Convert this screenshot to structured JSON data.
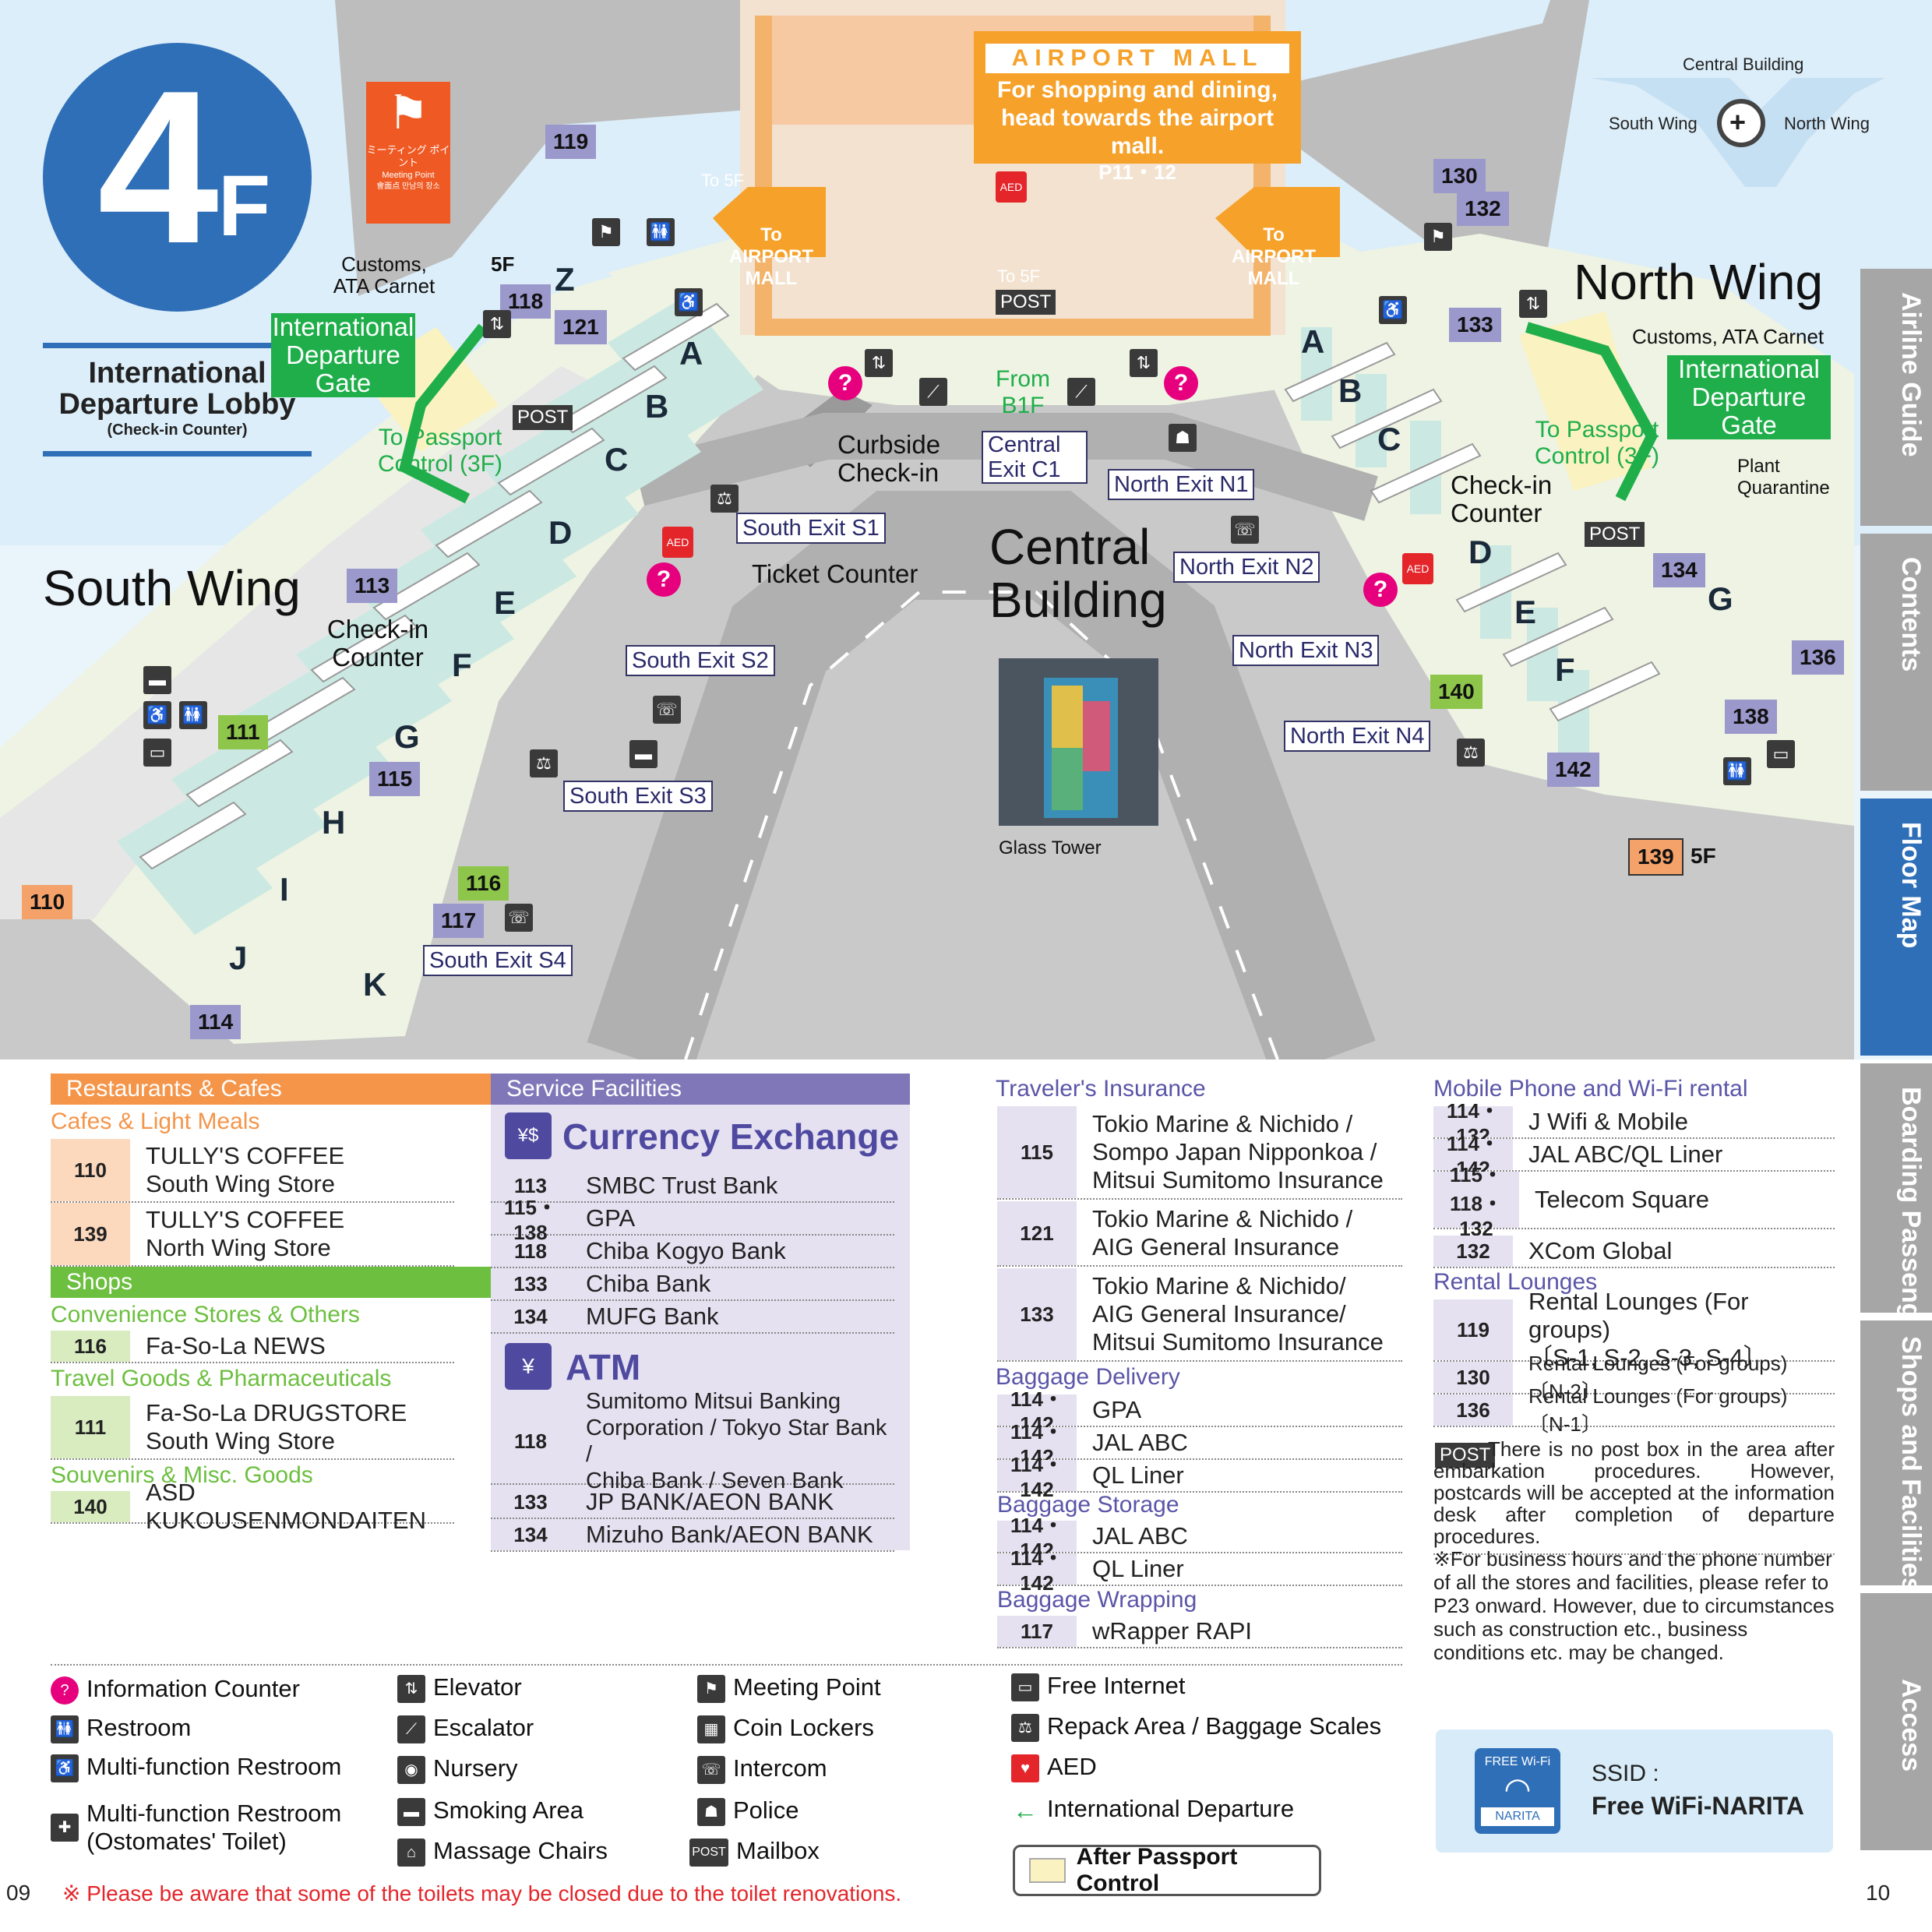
{
  "floor": {
    "number": "4",
    "suffix": "F"
  },
  "lobby": {
    "title": "International Departure Lobby",
    "subtitle": "(Check-in Counter)"
  },
  "meeting_point_sign": {
    "jp": "ミーティング ポイント",
    "en": "Meeting Point",
    "kr": "會面点 만남의 장소"
  },
  "wings": {
    "south": "South Wing",
    "central": "Central Building",
    "north": "North Wing"
  },
  "mall": {
    "title": "AIRPORT MALL",
    "line1": "For shopping and dining,",
    "line2": "head towards the airport mall.",
    "pages": "P11・12",
    "arrow": "To AIRPORT MALL"
  },
  "minimap": {
    "central": "Central Building",
    "south": "South Wing",
    "north": "North Wing"
  },
  "map_labels": {
    "customs_s": "Customs, ATA Carnet",
    "customs_n": "Customs, ATA Carnet",
    "gate_s": "International Departure Gate",
    "gate_n": "International Departure Gate",
    "passport_s": "To Passport Control (3F)",
    "passport_n": "To Passport Control (3F)",
    "checkin_s": "Check-in Counter",
    "checkin_n": "Check-in Counter",
    "curbside": "Curbside Check-in",
    "ticket": "Ticket Counter",
    "from_b1f": "From B1F",
    "plant_q": "Plant Quarantine",
    "glass_tower": "Glass Tower",
    "to5f": "To 5F",
    "f5": "5F",
    "post": "POST"
  },
  "exits": [
    "South Exit S1",
    "South Exit S2",
    "South Exit S3",
    "South Exit S4",
    "Central Exit C1",
    "North Exit N1",
    "North Exit N2",
    "North Exit N3",
    "North Exit N4"
  ],
  "counters_south": [
    "Z",
    "A",
    "B",
    "C",
    "D",
    "E",
    "F",
    "G",
    "H",
    "I",
    "J",
    "K"
  ],
  "counters_north": [
    "A",
    "B",
    "C",
    "D",
    "E",
    "F",
    "G"
  ],
  "numbers": [
    "119",
    "118",
    "121",
    "113",
    "111",
    "115",
    "110",
    "116",
    "117",
    "114",
    "130",
    "132",
    "133",
    "134",
    "136",
    "138",
    "140",
    "142",
    "139"
  ],
  "restaurants": {
    "header": "Restaurants & Cafes",
    "cafes_title": "Cafes & Light Meals",
    "cafes": [
      {
        "code": "110",
        "name1": "TULLY'S COFFEE",
        "name2": "South Wing Store"
      },
      {
        "code": "139",
        "name1": "TULLY'S COFFEE",
        "name2": "North Wing Store"
      }
    ],
    "shops_header": "Shops",
    "conv_title": "Convenience Stores & Others",
    "conv": [
      {
        "code": "116",
        "name": "Fa-So-La NEWS"
      }
    ],
    "travel_title": "Travel Goods & Pharmaceuticals",
    "travel": [
      {
        "code": "111",
        "name1": "Fa-So-La DRUGSTORE",
        "name2": "South Wing Store"
      }
    ],
    "souv_title": "Souvenirs & Misc. Goods",
    "souv": [
      {
        "code": "140",
        "name": "ASD KUKOUSENMONDAITEN"
      }
    ]
  },
  "service": {
    "header": "Service Facilities",
    "currency_title": "Currency Exchange",
    "currency": [
      {
        "code": "113",
        "name": "SMBC Trust Bank"
      },
      {
        "code": "115・138",
        "name": "GPA"
      },
      {
        "code": "118",
        "name": "Chiba Kogyo Bank"
      },
      {
        "code": "133",
        "name": "Chiba Bank"
      },
      {
        "code": "134",
        "name": "MUFG Bank"
      }
    ],
    "atm_title": "ATM",
    "atm": [
      {
        "code": "118",
        "name1": "Sumitomo Mitsui Banking",
        "name2": "Corporation / Tokyo Star Bank /",
        "name3": "Chiba Bank / Seven Bank"
      },
      {
        "code": "133",
        "name": "JP BANK/AEON BANK"
      },
      {
        "code": "134",
        "name": "Mizuho Bank/AEON BANK"
      }
    ]
  },
  "insurance": {
    "title": "Traveler's Insurance",
    "rows": [
      {
        "code": "115",
        "l1": "Tokio Marine & Nichido /",
        "l2": "Sompo Japan Nipponkoa /",
        "l3": "Mitsui Sumitomo Insurance"
      },
      {
        "code": "121",
        "l1": "Tokio Marine & Nichido /",
        "l2": "AIG General Insurance",
        "l3": ""
      },
      {
        "code": "133",
        "l1": "Tokio Marine & Nichido/",
        "l2": "AIG General Insurance/",
        "l3": "Mitsui Sumitomo Insurance"
      }
    ],
    "delivery_title": "Baggage Delivery",
    "delivery": [
      {
        "code": "114・142",
        "name": "GPA"
      },
      {
        "code": "114・142",
        "name": "JAL ABC"
      },
      {
        "code": "114・142",
        "name": "QL Liner"
      }
    ],
    "storage_title": "Baggage Storage",
    "storage": [
      {
        "code": "114・142",
        "name": "JAL ABC"
      },
      {
        "code": "114・142",
        "name": "QL Liner"
      }
    ],
    "wrap_title": "Baggage Wrapping",
    "wrap": [
      {
        "code": "117",
        "name": "wRapper RAPI"
      }
    ]
  },
  "mobile": {
    "title": "Mobile Phone and Wi-Fi rental",
    "rows": [
      {
        "code": "114・132",
        "name": "J Wifi & Mobile"
      },
      {
        "code": "114・142",
        "name": "JAL ABC/QL Liner"
      },
      {
        "code": "115・118・ 132",
        "name": "Telecom Square"
      },
      {
        "code": "132",
        "name": "XCom Global"
      }
    ],
    "lounge_title": "Rental Lounges",
    "lounges": [
      {
        "code": "119",
        "name1": "Rental Lounges (For groups)",
        "name2": "〔S-1, S-2, S-3, S-4〕"
      },
      {
        "code": "130",
        "name1": "Rental Lounges (For groups) 〔N-2〕",
        "name2": ""
      },
      {
        "code": "136",
        "name1": "Rental Lounges (For groups) 〔N-1〕",
        "name2": ""
      }
    ],
    "post_note": "There is no post box in the area after embarkation procedures. However, postcards will be accepted at the information desk after completion of departure procedures.",
    "hours_note": "※For business hours and the phone number of all the stores and facilities, please refer to P23 onward. However, due to circumstances such as construction etc., business conditions etc. may be changed."
  },
  "legend": [
    {
      "icon": "information-counter-icon",
      "glyph": "?",
      "label": "Information Counter"
    },
    {
      "icon": "restroom-icon",
      "glyph": "🚻",
      "label": "Restroom"
    },
    {
      "icon": "multi-function-restroom-icon",
      "glyph": "♿",
      "label": "Multi-function Restroom"
    },
    {
      "icon": "ostomate-restroom-icon",
      "glyph": "✚",
      "label": "Multi-function Restroom (Ostomates' Toilet)"
    },
    {
      "icon": "elevator-icon",
      "glyph": "⇅",
      "label": "Elevator"
    },
    {
      "icon": "escalator-icon",
      "glyph": "⟋",
      "label": "Escalator"
    },
    {
      "icon": "nursery-icon",
      "glyph": "◉",
      "label": "Nursery"
    },
    {
      "icon": "smoking-area-icon",
      "glyph": "▬",
      "label": "Smoking Area"
    },
    {
      "icon": "massage-chair-icon",
      "glyph": "⌂",
      "label": "Massage Chairs"
    },
    {
      "icon": "meeting-point-icon",
      "glyph": "⚑",
      "label": "Meeting Point"
    },
    {
      "icon": "coin-locker-icon",
      "glyph": "▦",
      "label": "Coin Lockers"
    },
    {
      "icon": "intercom-icon",
      "glyph": "☏",
      "label": "Intercom"
    },
    {
      "icon": "police-icon",
      "glyph": "☗",
      "label": "Police"
    },
    {
      "icon": "mailbox-icon",
      "glyph": "✉",
      "label": "Mailbox"
    },
    {
      "icon": "free-internet-icon",
      "glyph": "▭",
      "label": "Free Internet"
    },
    {
      "icon": "repack-area-icon",
      "glyph": "⚖",
      "label": "Repack Area / Baggage Scales"
    },
    {
      "icon": "aed-icon",
      "glyph": "♥",
      "label": "AED"
    },
    {
      "icon": "international-departure-arrow-icon",
      "glyph": "←",
      "label": "International Departure"
    }
  ],
  "after_passport": "After Passport Control",
  "wifi": {
    "badge_top": "FREE Wi-Fi",
    "badge_bottom": "NARITA",
    "ssid_label": "SSID :",
    "ssid": "Free WiFi-NARITA"
  },
  "footer": {
    "page_left": "09",
    "page_right": "10",
    "note": "※ Please be aware that some of the toilets may be closed due to the toilet renovations."
  },
  "tabs": [
    "Airline Guide",
    "Contents",
    "Floor Map",
    "Boarding Passengers",
    "Shops and Facilities",
    "Access"
  ],
  "colors": {
    "accent_blue": "#2f6fb8",
    "restaurant_orange": "#f4954a",
    "shops_green": "#6cbf3f",
    "service_purple": "#8077b9",
    "info_magenta": "#e6007e",
    "gate_green": "#1fae4a"
  }
}
